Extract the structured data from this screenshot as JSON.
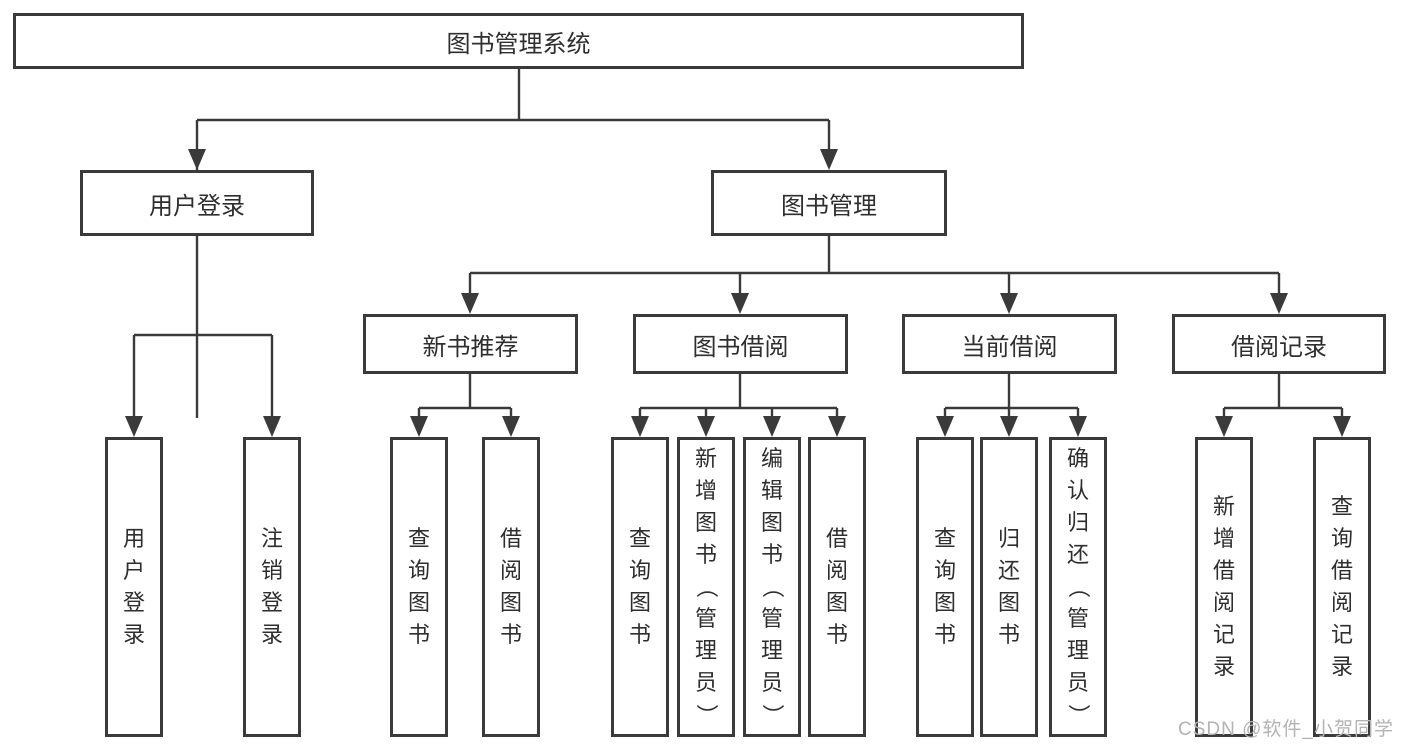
{
  "diagram": {
    "type": "hierarchy-flowchart",
    "background": "#ffffff",
    "line_color": "#3a3a3a",
    "text_color": "#2e2e2e",
    "watermark": {
      "text": "CSDN @软件_小贺同学",
      "color": "#b3b3b3"
    },
    "nodes": {
      "root": "图书管理系统",
      "user_login": "用户登录",
      "book_mgmt": "图书管理",
      "new_book_rec": "新书推荐",
      "book_borrow": "图书借阅",
      "current_borrow": "当前借阅",
      "borrow_record": "借阅记录",
      "ul_login": "用户登录",
      "ul_logout": "注销登录",
      "nbr_query": "查询图书",
      "nbr_borrow": "借阅图书",
      "bb_query": "查询图书",
      "bb_add": "新增图书（管理员）",
      "bb_edit": "编辑图书（管理员）",
      "bb_borrow": "借阅图书",
      "cb_query": "查询图书",
      "cb_return": "归还图书",
      "cb_confirm": "确认归还（管理员）",
      "br_add": "新增借阅记录",
      "br_query": "查询借阅记录"
    },
    "edges": [
      [
        "root",
        "user_login"
      ],
      [
        "root",
        "book_mgmt"
      ],
      [
        "user_login",
        "ul_login"
      ],
      [
        "user_login",
        "ul_logout"
      ],
      [
        "book_mgmt",
        "new_book_rec"
      ],
      [
        "book_mgmt",
        "book_borrow"
      ],
      [
        "book_mgmt",
        "current_borrow"
      ],
      [
        "book_mgmt",
        "borrow_record"
      ],
      [
        "new_book_rec",
        "nbr_query"
      ],
      [
        "new_book_rec",
        "nbr_borrow"
      ],
      [
        "book_borrow",
        "bb_query"
      ],
      [
        "book_borrow",
        "bb_add"
      ],
      [
        "book_borrow",
        "bb_edit"
      ],
      [
        "book_borrow",
        "bb_borrow"
      ],
      [
        "current_borrow",
        "cb_query"
      ],
      [
        "current_borrow",
        "cb_return"
      ],
      [
        "current_borrow",
        "cb_confirm"
      ],
      [
        "borrow_record",
        "br_add"
      ],
      [
        "borrow_record",
        "br_query"
      ]
    ]
  }
}
